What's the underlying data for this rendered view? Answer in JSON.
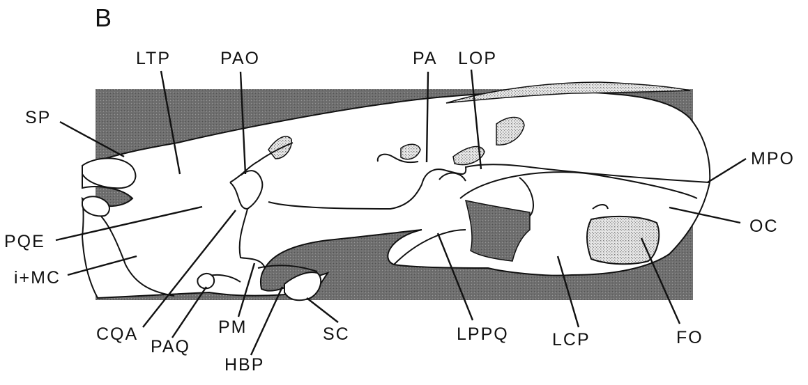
{
  "panel_label": "B",
  "labels": {
    "LTP": "LTP",
    "PAO": "PAO",
    "PA": "PA",
    "LOP": "LOP",
    "SP": "SP",
    "MPO": "MPO",
    "PQE": "PQE",
    "OC": "OC",
    "iMC": "i+MC",
    "CQA": "CQA",
    "PAQ": "PAQ",
    "PM": "PM",
    "HBP": "HBP",
    "SC": "SC",
    "LPPQ": "LPPQ",
    "LCP": "LCP",
    "FO": "FO"
  },
  "colors": {
    "background_shade": "#6f6f6f",
    "dark_shade": "#4a4a4a",
    "stipple": "#b9b9b9",
    "line": "#111111"
  }
}
